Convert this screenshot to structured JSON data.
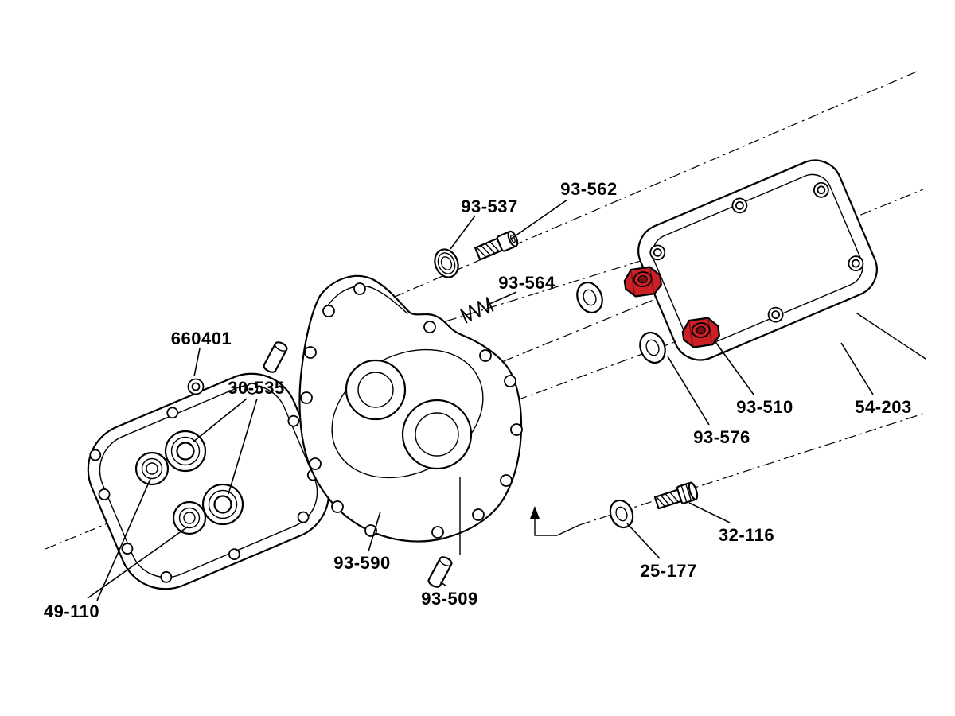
{
  "page": {
    "background": "#ffffff"
  },
  "colors": {
    "line": "#000000",
    "highlight": "#cc2026",
    "highlight_dark": "#7a1016"
  },
  "highlighted_part": "93-510",
  "parts": [
    {
      "label": "93-537"
    },
    {
      "label": "93-562"
    },
    {
      "label": "93-564"
    },
    {
      "label": "660401"
    },
    {
      "label": "30-535"
    },
    {
      "label": "93-510"
    },
    {
      "label": "54-203"
    },
    {
      "label": "93-576"
    },
    {
      "label": "93-590"
    },
    {
      "label": "93-509"
    },
    {
      "label": "49-110"
    },
    {
      "label": "25-177"
    },
    {
      "label": "32-116"
    }
  ]
}
